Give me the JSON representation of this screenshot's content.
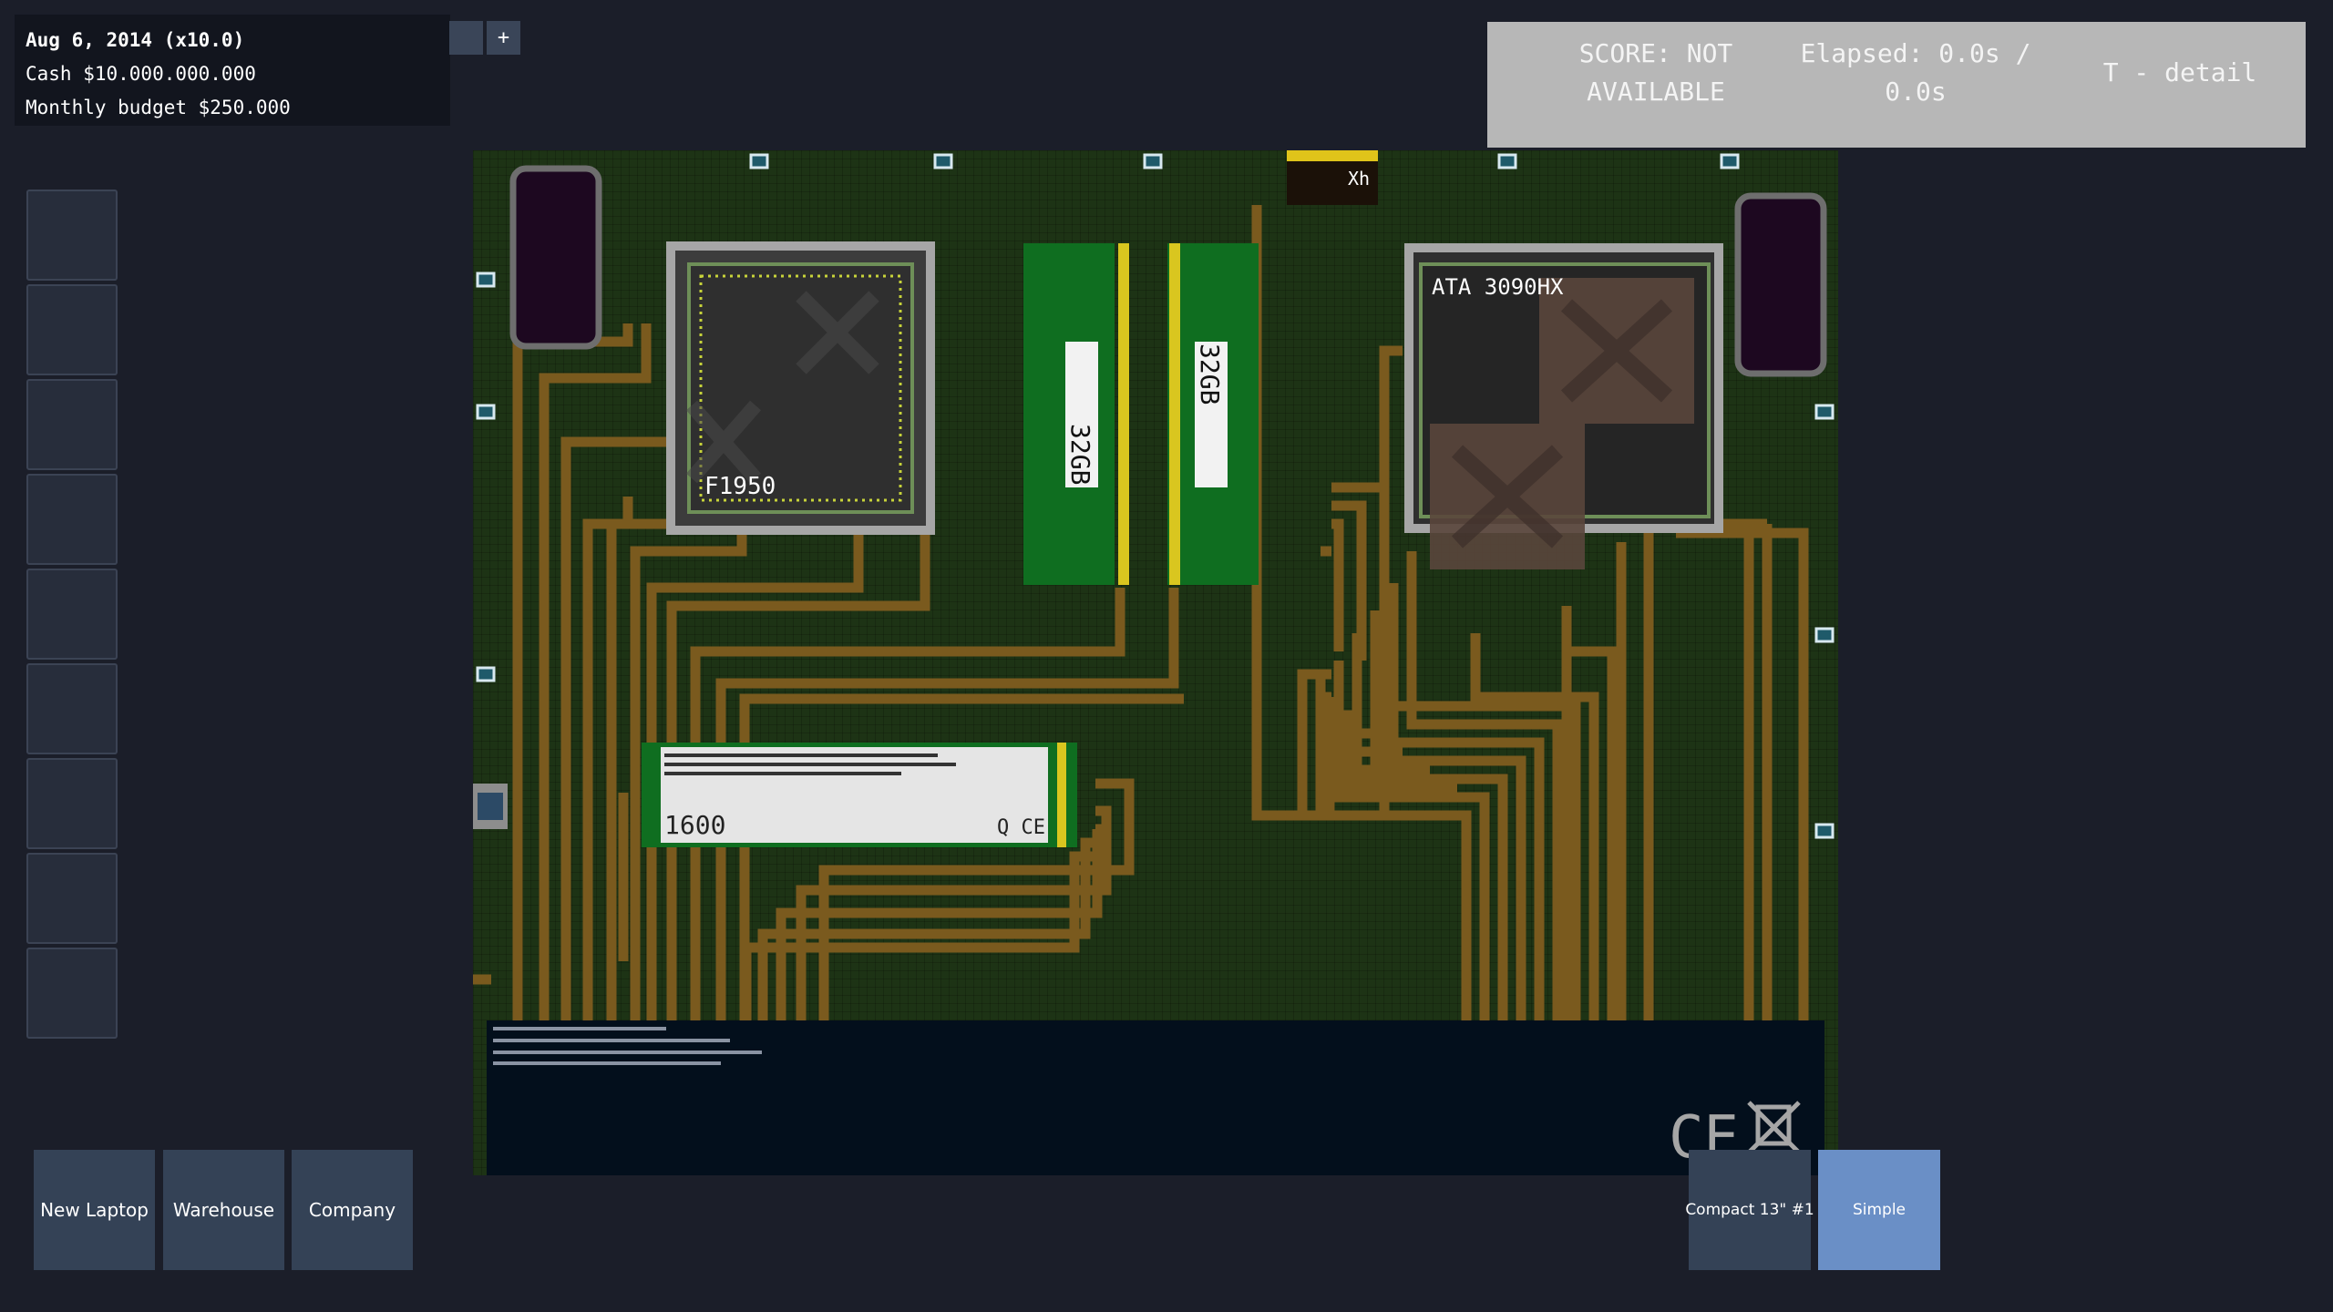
{
  "status": {
    "date": "Aug 6, 2014 (x10.0)",
    "cash": "Cash $10.000.000.000",
    "budget": "Monthly budget $250.000"
  },
  "speed_controls": {
    "minus_label": "",
    "plus_label": "+"
  },
  "score": {
    "score_line1": "SCORE: NOT",
    "score_line2": "AVAILABLE",
    "elapsed_line1": "Elapsed: 0.0s /",
    "elapsed_line2": "0.0s",
    "detail_hint": "T - detail"
  },
  "toolbar": {
    "slot_count": 9
  },
  "board": {
    "cpu_label": "F1950",
    "gpu_label": "ATA 3090HX",
    "ram1_label": "32GB",
    "ram2_label": "32GB",
    "ssd_label": "1600",
    "ssd_mark": "Q CE",
    "port_label": "Xh",
    "cert_mark": "CE"
  },
  "nav": {
    "new_laptop": "New Laptop",
    "warehouse": "Warehouse",
    "company": "Company"
  },
  "view": {
    "model": "Compact 13\" #1",
    "mode": "Simple"
  },
  "colors": {
    "board": "#1d3315",
    "trace": "#7a5a1e",
    "background": "#1b1e29",
    "active_button": "#6a8fc6"
  }
}
